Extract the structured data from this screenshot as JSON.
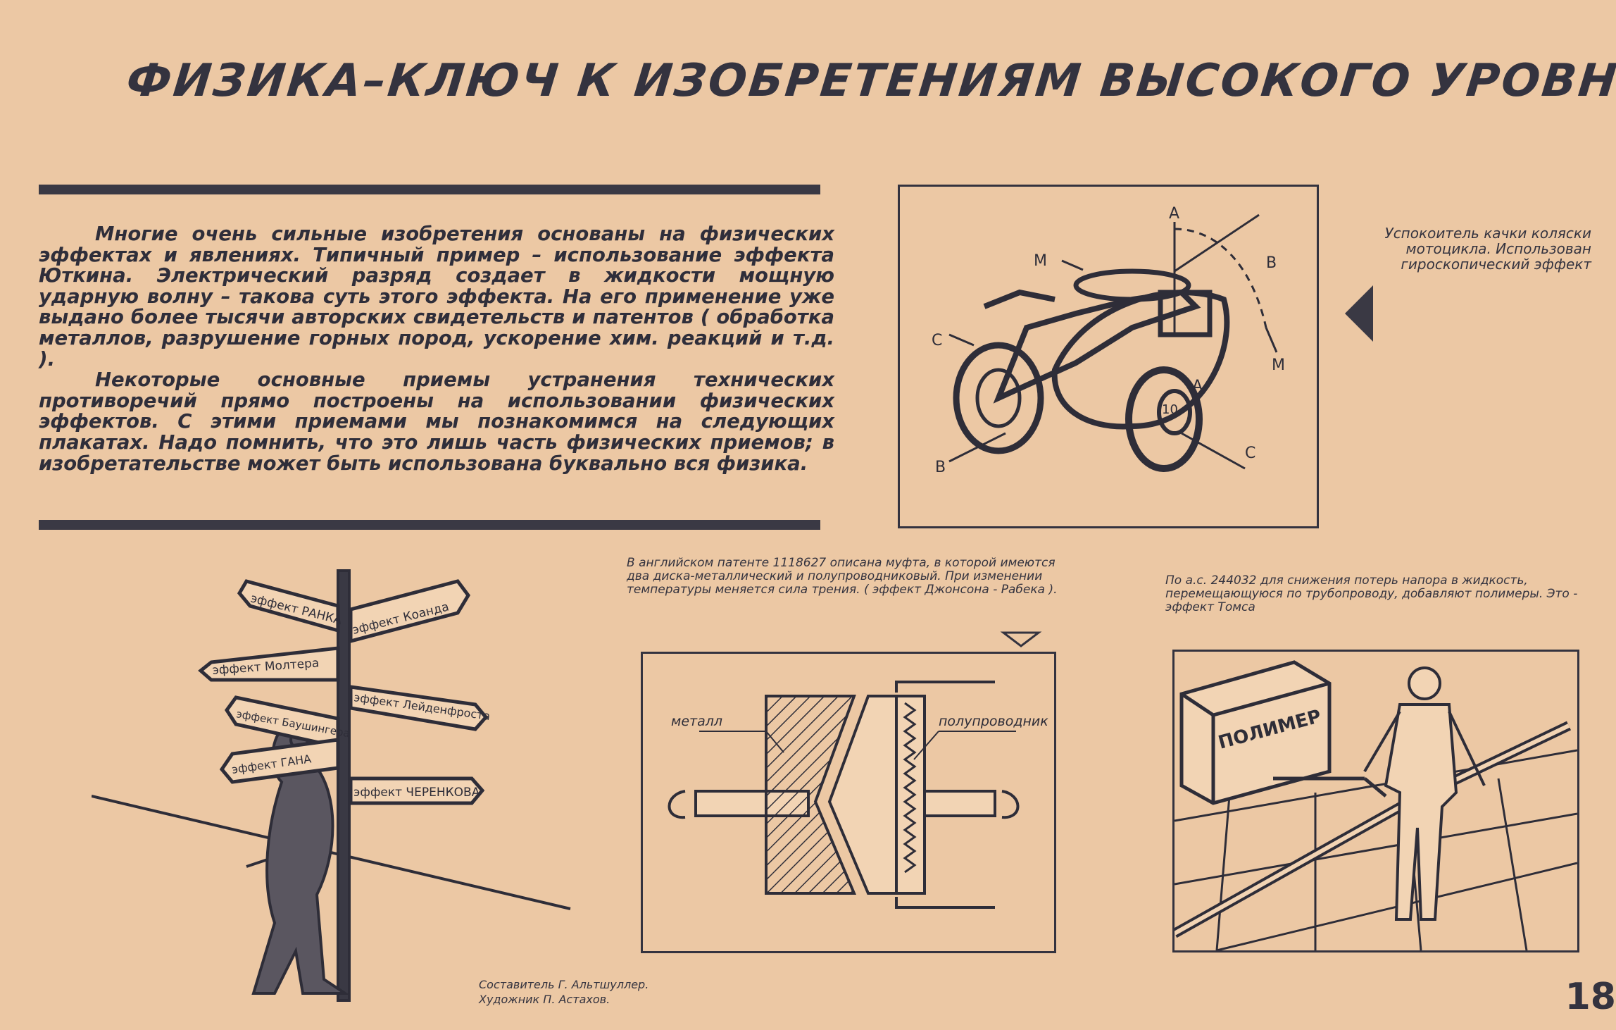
{
  "title": "ФИЗИКА–КЛЮЧ К ИЗОБРЕТЕНИЯМ ВЫСОКОГО УРОВНЯ",
  "intro": {
    "paragraph1": "Многие очень сильные изобретения основаны на физических эффектах и явлениях. Типичный пример – использование эффекта Юткина. Электрический разряд создает в жидкости мощную ударную волну – такова суть этого эффекта. На его применение уже выдано более тысячи авторских свидетельств и патентов ( обработка металлов, разрушение горных пород, ускорение хим. реакций и т.д. ).",
    "paragraph2": "Некоторые основные приемы устранения технических противоречий прямо построены на использовании физических эффектов. С этими приемами мы познакомимся на следующих плакатах. Надо помнить, что это лишь часть физических приемов; в изобретательстве может быть использована буквально вся физика."
  },
  "motorcycle": {
    "caption": "Успокоитель качки коляски мотоцикла. Использован гироскопический эффект",
    "labels": {
      "a_top": "А",
      "b_right": "В",
      "m_left": "М",
      "m_right": "М",
      "a_mid": "А",
      "c_left": "С",
      "b_bottom": "В",
      "c_bottom": "С",
      "wheel_mark": "10"
    }
  },
  "signpost": {
    "signs": [
      "эффект РАНКА",
      "эффект Коанда",
      "эффект Молтера",
      "эффект Лейденфроста",
      "эффект Баушингера",
      "эффект ГАНА",
      "эффект ЧЕРЕНКОВА"
    ]
  },
  "coupling": {
    "caption": "В английском патенте 1118627 описана муфта, в которой имеются два диска-металлический и полупроводниковый. При изменении температуры меняется сила трения. ( эффект Джонсона - Рабека ).",
    "label_metal": "металл",
    "label_semi": "полупроводник"
  },
  "pipeline": {
    "caption": "По а.с. 244032 для снижения потерь напора в жидкость, перемещающуюся по трубопроводу, добавляют полимеры. Это - эффект Томса",
    "box_label": "ПОЛИМЕР"
  },
  "credits": {
    "compiler": "Составитель Г. Альтшуллер.",
    "artist": "Художник П. Астахов."
  },
  "page_number": "18",
  "colors": {
    "paper": "#ecc8a4",
    "ink": "#2b2a35"
  }
}
